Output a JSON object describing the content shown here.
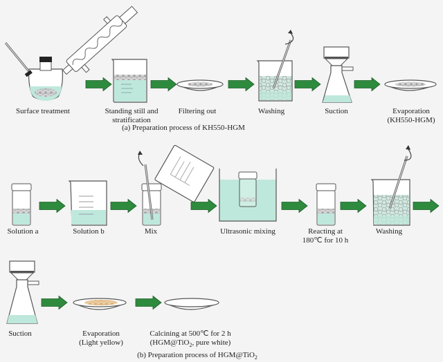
{
  "colors": {
    "arrow": "#2e8b3e",
    "arrow_stroke": "#1f5e2a",
    "liquid": "#bfe8dc",
    "glass": "#555555",
    "particles": "#bdbdbd",
    "light_yellow": "#e8c89a",
    "background": "#f4f4f4"
  },
  "panel_a": {
    "caption": "(a) Preparation process of KH550-HGM",
    "steps": [
      {
        "id": "surface-treatment",
        "label": [
          "Surface treatment"
        ],
        "icon": "three-neck-flask-with-condenser-icon"
      },
      {
        "id": "standing-still",
        "label": [
          "Standing still and",
          "stratification"
        ],
        "icon": "beaker-icon"
      },
      {
        "id": "filtering-out",
        "label": [
          "Filtering out"
        ],
        "icon": "evaporating-dish-icon"
      },
      {
        "id": "washing",
        "label": [
          "Washing"
        ],
        "icon": "beaker-with-stirring-rod-icon"
      },
      {
        "id": "suction",
        "label": [
          "Suction"
        ],
        "icon": "suction-flask-icon"
      },
      {
        "id": "evaporation",
        "label": [
          "Evaporation",
          "(KH550-HGM)"
        ],
        "icon": "evaporating-dish-icon"
      }
    ]
  },
  "panel_b": {
    "caption_prefix": "(b) Preparation process of HGM@TiO",
    "caption_sub": "2",
    "steps": [
      {
        "id": "solution-a",
        "label": [
          "Solution a"
        ],
        "icon": "vial-icon"
      },
      {
        "id": "solution-b",
        "label": [
          "Solution b"
        ],
        "icon": "beaker-icon"
      },
      {
        "id": "mix",
        "label": [
          "Mix"
        ],
        "icon": "vial-with-pouring-beaker-icon"
      },
      {
        "id": "ultrasonic-mixing",
        "label": [
          "Ultrasonic mixing"
        ],
        "icon": "ultrasonic-bath-icon"
      },
      {
        "id": "reacting",
        "label": [
          "Reacting at",
          "180℃ for 10 h"
        ],
        "icon": "vial-icon"
      },
      {
        "id": "washing-b",
        "label": [
          "Washing"
        ],
        "icon": "beaker-with-stirring-rod-icon"
      },
      {
        "id": "suction-b",
        "label": [
          "Suction"
        ],
        "icon": "suction-flask-icon"
      },
      {
        "id": "evaporation-b",
        "label": [
          "Evaporation",
          "(Light yellow)"
        ],
        "icon": "evaporating-dish-icon"
      },
      {
        "id": "calcining",
        "label": [
          "Calcining at 500℃ for 2 h"
        ],
        "label2_prefix": "(HGM@TiO",
        "label2_sub": "2",
        "label2_suffix": ", pure white)",
        "icon": "evaporating-dish-icon"
      }
    ]
  }
}
